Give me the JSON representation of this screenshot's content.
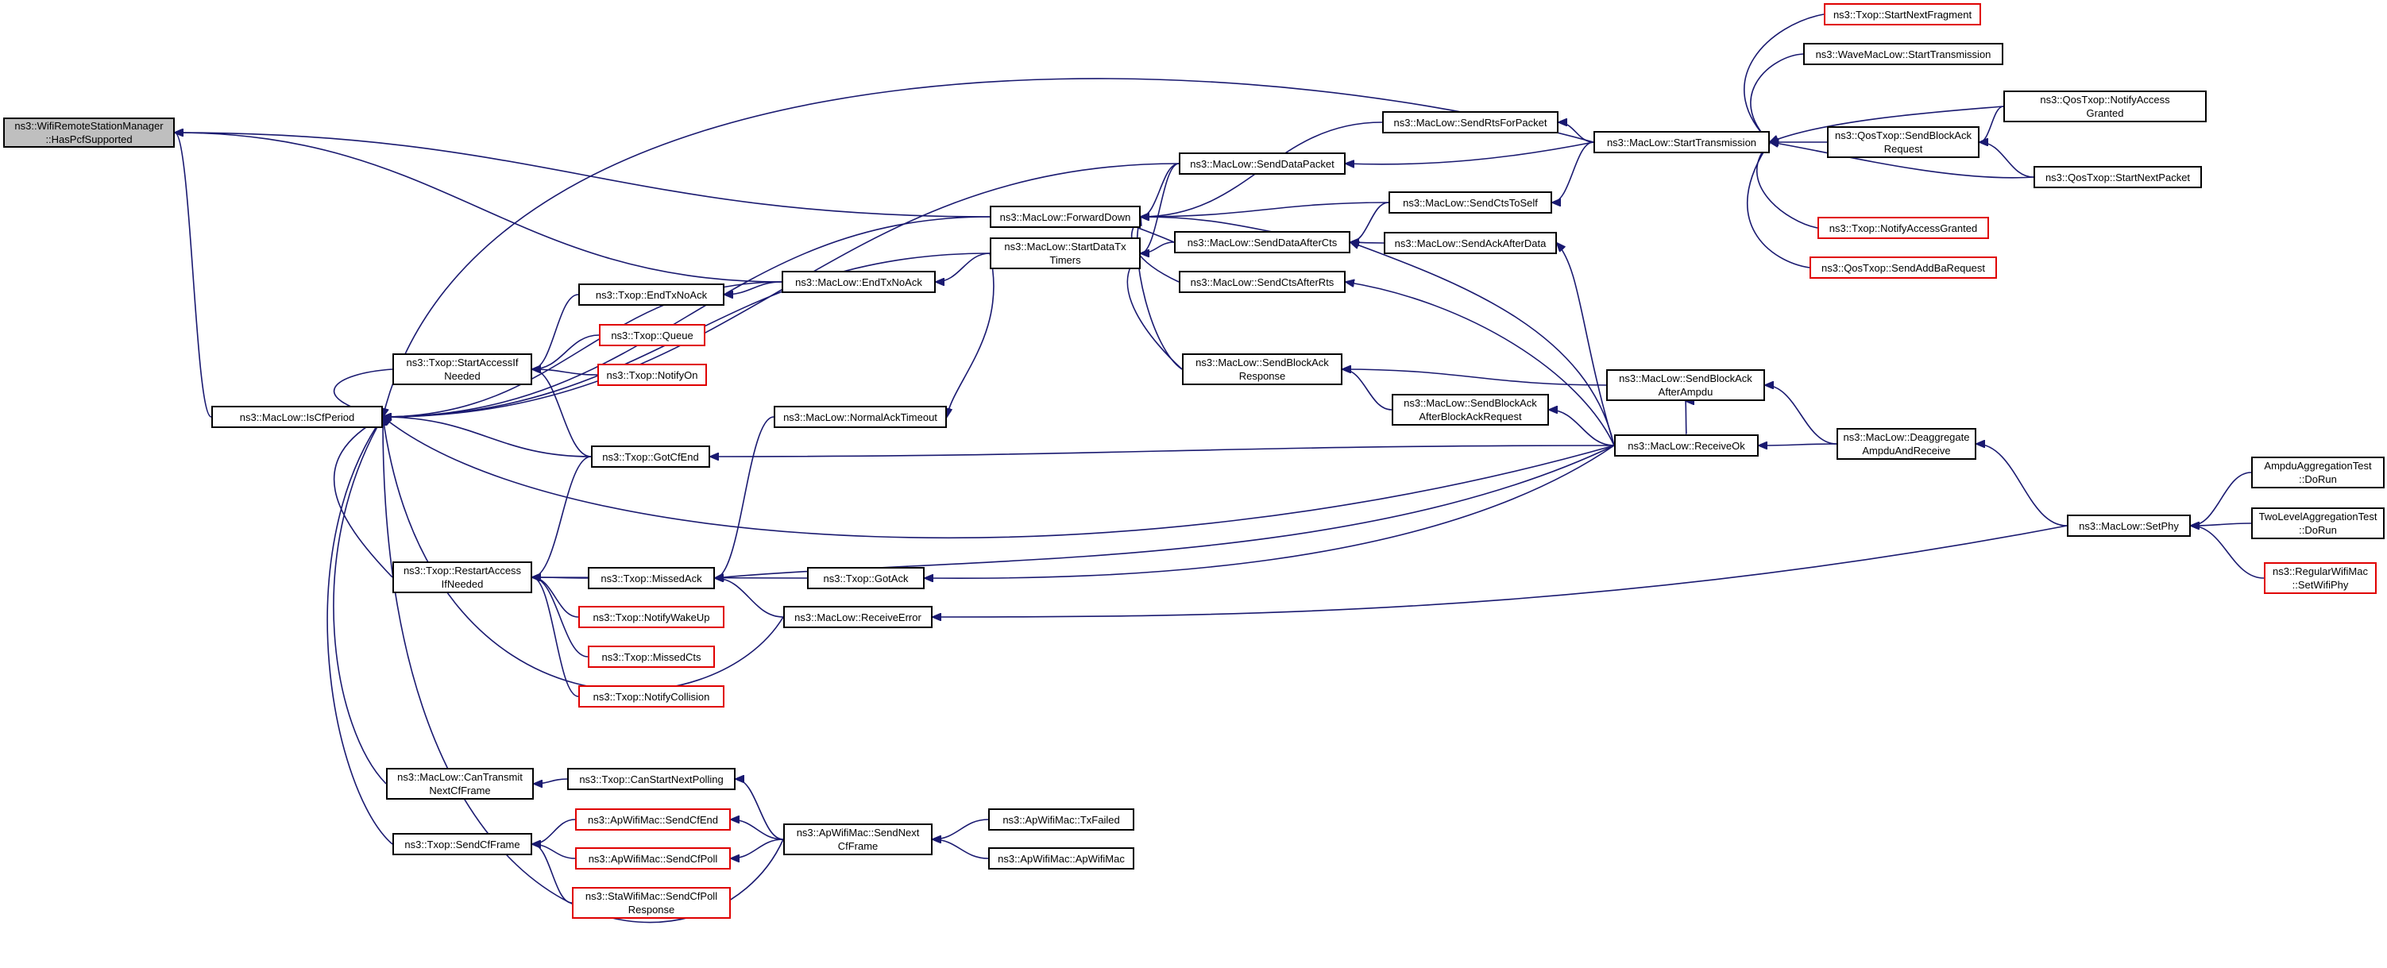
{
  "colors": {
    "edge": "#191970",
    "node_border": "#000000",
    "truncated_border": "#e00000",
    "root_fill": "#bfbfbf"
  },
  "nodes": [
    {
      "id": "root",
      "label": "ns3::WifiRemoteStationManager\n::HasPcfSupported",
      "variant": "root"
    },
    {
      "id": "iscfperiod",
      "label": "ns3::MacLow::IsCfPeriod"
    },
    {
      "id": "startaccess",
      "label": "ns3::Txop::StartAccessIf\nNeeded"
    },
    {
      "id": "restartaccess",
      "label": "ns3::Txop::RestartAccess\nIfNeeded"
    },
    {
      "id": "cantransmit",
      "label": "ns3::MacLow::CanTransmit\nNextCfFrame"
    },
    {
      "id": "sendcfframe",
      "label": "ns3::Txop::SendCfFrame"
    },
    {
      "id": "endtxnoack_txop",
      "label": "ns3::Txop::EndTxNoAck"
    },
    {
      "id": "queue",
      "label": "ns3::Txop::Queue",
      "variant": "red"
    },
    {
      "id": "notifyon",
      "label": "ns3::Txop::NotifyOn",
      "variant": "red"
    },
    {
      "id": "gotcfend",
      "label": "ns3::Txop::GotCfEnd"
    },
    {
      "id": "missedack",
      "label": "ns3::Txop::MissedAck"
    },
    {
      "id": "notifywakeup",
      "label": "ns3::Txop::NotifyWakeUp",
      "variant": "red"
    },
    {
      "id": "missedcts",
      "label": "ns3::Txop::MissedCts",
      "variant": "red"
    },
    {
      "id": "notifycollision",
      "label": "ns3::Txop::NotifyCollision",
      "variant": "red"
    },
    {
      "id": "canstartnextpolling",
      "label": "ns3::Txop::CanStartNextPolling"
    },
    {
      "id": "ap_sendcfend",
      "label": "ns3::ApWifiMac::SendCfEnd",
      "variant": "red"
    },
    {
      "id": "ap_sendcfpoll",
      "label": "ns3::ApWifiMac::SendCfPoll",
      "variant": "red"
    },
    {
      "id": "sta_sendcfpoll",
      "label": "ns3::StaWifiMac::SendCfPoll\nResponse",
      "variant": "red"
    },
    {
      "id": "endtxnoack_mac",
      "label": "ns3::MacLow::EndTxNoAck"
    },
    {
      "id": "normalacktimeout",
      "label": "ns3::MacLow::NormalAckTimeout"
    },
    {
      "id": "gotack",
      "label": "ns3::Txop::GotAck"
    },
    {
      "id": "receiveerror",
      "label": "ns3::MacLow::ReceiveError"
    },
    {
      "id": "ap_sendnextcf",
      "label": "ns3::ApWifiMac::SendNext\nCfFrame"
    },
    {
      "id": "forwarddown",
      "label": "ns3::MacLow::ForwardDown"
    },
    {
      "id": "startdatatx",
      "label": "ns3::MacLow::StartDataTx\nTimers"
    },
    {
      "id": "txfailed",
      "label": "ns3::ApWifiMac::TxFailed"
    },
    {
      "id": "apwifimac",
      "label": "ns3::ApWifiMac::ApWifiMac"
    },
    {
      "id": "senddatapacket",
      "label": "ns3::MacLow::SendDataPacket"
    },
    {
      "id": "senddataaftercts",
      "label": "ns3::MacLow::SendDataAfterCts"
    },
    {
      "id": "sendctsafterrts",
      "label": "ns3::MacLow::SendCtsAfterRts"
    },
    {
      "id": "sendblockackresp",
      "label": "ns3::MacLow::SendBlockAck\nResponse"
    },
    {
      "id": "sendrtsforpacket",
      "label": "ns3::MacLow::SendRtsForPacket"
    },
    {
      "id": "sendctstoself",
      "label": "ns3::MacLow::SendCtsToSelf"
    },
    {
      "id": "sendackafterdata",
      "label": "ns3::MacLow::SendAckAfterData"
    },
    {
      "id": "sendblockackafterbar",
      "label": "ns3::MacLow::SendBlockAck\nAfterBlockAckRequest"
    },
    {
      "id": "starttransmission",
      "label": "ns3::MacLow::StartTransmission"
    },
    {
      "id": "sendblockackafterampdu",
      "label": "ns3::MacLow::SendBlockAck\nAfterAmpdu"
    },
    {
      "id": "receiveok",
      "label": "ns3::MacLow::ReceiveOk"
    },
    {
      "id": "startnextfragment",
      "label": "ns3::Txop::StartNextFragment",
      "variant": "red"
    },
    {
      "id": "wave_starttransmission",
      "label": "ns3::WaveMacLow::StartTransmission"
    },
    {
      "id": "qos_sendblockackreq",
      "label": "ns3::QosTxop::SendBlockAck\nRequest"
    },
    {
      "id": "txop_notifyaccessgranted",
      "label": "ns3::Txop::NotifyAccessGranted",
      "variant": "red"
    },
    {
      "id": "qos_sendaddbarequest",
      "label": "ns3::QosTxop::SendAddBaRequest",
      "variant": "red"
    },
    {
      "id": "deaggregate",
      "label": "ns3::MacLow::Deaggregate\nAmpduAndReceive"
    },
    {
      "id": "qos_notifyaccessgranted",
      "label": "ns3::QosTxop::NotifyAccess\nGranted"
    },
    {
      "id": "qos_startnextpacket",
      "label": "ns3::QosTxop::StartNextPacket"
    },
    {
      "id": "setphy",
      "label": "ns3::MacLow::SetPhy"
    },
    {
      "id": "ampdutest",
      "label": "AmpduAggregationTest\n::DoRun"
    },
    {
      "id": "twoleveltest",
      "label": "TwoLevelAggregationTest\n::DoRun"
    },
    {
      "id": "regularwifimac",
      "label": "ns3::RegularWifiMac\n::SetWifiPhy",
      "variant": "red"
    }
  ],
  "edges": [
    [
      "iscfperiod",
      "root"
    ],
    [
      "forwarddown",
      "root"
    ],
    [
      "endtxnoack_mac",
      "root"
    ],
    [
      "startaccess",
      "iscfperiod"
    ],
    [
      "restartaccess",
      "iscfperiod"
    ],
    [
      "cantransmit",
      "iscfperiod"
    ],
    [
      "sendcfframe",
      "iscfperiod"
    ],
    [
      "gotcfend",
      "iscfperiod"
    ],
    [
      "endtxnoack_mac",
      "iscfperiod"
    ],
    [
      "forwarddown",
      "iscfperiod"
    ],
    [
      "startdatatx",
      "iscfperiod"
    ],
    [
      "senddatapacket",
      "iscfperiod"
    ],
    [
      "starttransmission",
      "iscfperiod"
    ],
    [
      "receiveok",
      "iscfperiod"
    ],
    [
      "receiveerror",
      "iscfperiod"
    ],
    [
      "ap_sendnextcf",
      "iscfperiod"
    ],
    [
      "endtxnoack_txop",
      "startaccess"
    ],
    [
      "queue",
      "startaccess"
    ],
    [
      "notifyon",
      "startaccess"
    ],
    [
      "gotcfend",
      "startaccess"
    ],
    [
      "endtxnoack_mac",
      "endtxnoack_txop"
    ],
    [
      "startdatatx",
      "endtxnoack_mac"
    ],
    [
      "gotcfend",
      "restartaccess"
    ],
    [
      "missedack",
      "restartaccess"
    ],
    [
      "gotack",
      "restartaccess"
    ],
    [
      "notifywakeup",
      "restartaccess"
    ],
    [
      "missedcts",
      "restartaccess"
    ],
    [
      "notifycollision",
      "restartaccess"
    ],
    [
      "receiveok",
      "gotcfend"
    ],
    [
      "normalacktimeout",
      "missedack"
    ],
    [
      "receiveerror",
      "missedack"
    ],
    [
      "receiveok",
      "missedack"
    ],
    [
      "receiveok",
      "gotack"
    ],
    [
      "setphy",
      "receiveerror"
    ],
    [
      "canstartnextpolling",
      "cantransmit"
    ],
    [
      "ap_sendnextcf",
      "canstartnextpolling"
    ],
    [
      "ap_sendcfend",
      "sendcfframe"
    ],
    [
      "ap_sendcfpoll",
      "sendcfframe"
    ],
    [
      "sta_sendcfpoll",
      "sendcfframe"
    ],
    [
      "ap_sendnextcf",
      "ap_sendcfend"
    ],
    [
      "ap_sendnextcf",
      "ap_sendcfpoll"
    ],
    [
      "txfailed",
      "ap_sendnextcf"
    ],
    [
      "apwifimac",
      "ap_sendnextcf"
    ],
    [
      "startdatatx",
      "normalacktimeout"
    ],
    [
      "senddatapacket",
      "forwarddown"
    ],
    [
      "senddataaftercts",
      "forwarddown"
    ],
    [
      "sendctsafterrts",
      "forwarddown"
    ],
    [
      "sendblockackresp",
      "forwarddown"
    ],
    [
      "sendrtsforpacket",
      "forwarddown"
    ],
    [
      "sendctstoself",
      "forwarddown"
    ],
    [
      "sendackafterdata",
      "forwarddown"
    ],
    [
      "senddataaftercts",
      "startdatatx"
    ],
    [
      "sendblockackresp",
      "startdatatx"
    ],
    [
      "senddatapacket",
      "startdatatx"
    ],
    [
      "starttransmission",
      "senddatapacket"
    ],
    [
      "starttransmission",
      "sendrtsforpacket"
    ],
    [
      "starttransmission",
      "sendctstoself"
    ],
    [
      "sendctstoself",
      "senddataaftercts"
    ],
    [
      "receiveok",
      "senddataaftercts"
    ],
    [
      "receiveok",
      "sendctsafterrts"
    ],
    [
      "sendblockackafterampdu",
      "sendblockackresp"
    ],
    [
      "sendblockackafterbar",
      "sendblockackresp"
    ],
    [
      "receiveok",
      "sendackafterdata"
    ],
    [
      "receiveok",
      "sendblockackafterbar"
    ],
    [
      "receiveok",
      "sendblockackafterampdu"
    ],
    [
      "deaggregate",
      "sendblockackafterampdu"
    ],
    [
      "deaggregate",
      "receiveok"
    ],
    [
      "setphy",
      "deaggregate"
    ],
    [
      "startnextfragment",
      "starttransmission"
    ],
    [
      "wave_starttransmission",
      "starttransmission"
    ],
    [
      "qos_sendblockackreq",
      "starttransmission"
    ],
    [
      "qos_notifyaccessgranted",
      "starttransmission"
    ],
    [
      "qos_startnextpacket",
      "starttransmission"
    ],
    [
      "txop_notifyaccessgranted",
      "starttransmission"
    ],
    [
      "qos_sendaddbarequest",
      "starttransmission"
    ],
    [
      "qos_notifyaccessgranted",
      "qos_sendblockackreq"
    ],
    [
      "qos_startnextpacket",
      "qos_sendblockackreq"
    ],
    [
      "ampdutest",
      "setphy"
    ],
    [
      "twoleveltest",
      "setphy"
    ],
    [
      "regularwifimac",
      "setphy"
    ]
  ]
}
